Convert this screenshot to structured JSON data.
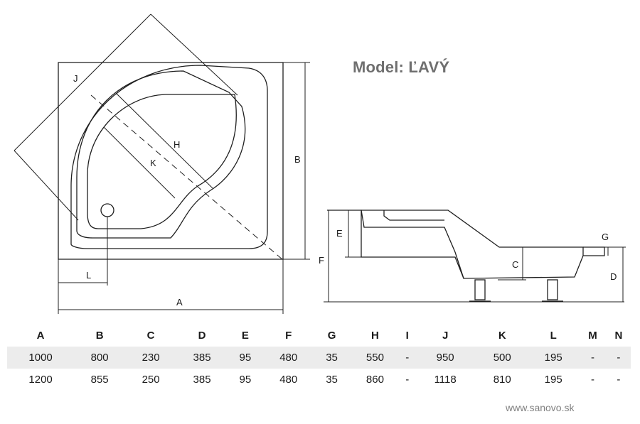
{
  "model_label": "Model:  ĽAVÝ",
  "dimension_labels": {
    "A": "A",
    "B": "B",
    "C": "C",
    "D": "D",
    "E": "E",
    "F": "F",
    "G": "G",
    "H": "H",
    "J": "J",
    "K": "K",
    "L": "L"
  },
  "table": {
    "headers": [
      "A",
      "B",
      "C",
      "D",
      "E",
      "F",
      "G",
      "H",
      "I",
      "J",
      "K",
      "L",
      "M",
      "N"
    ],
    "rows": [
      [
        "1000",
        "800",
        "230",
        "385",
        "95",
        "480",
        "35",
        "550",
        "-",
        "950",
        "500",
        "195",
        "-",
        "-"
      ],
      [
        "1200",
        "855",
        "250",
        "385",
        "95",
        "480",
        "35",
        "860",
        "-",
        "1118",
        "810",
        "195",
        "-",
        "-"
      ]
    ]
  },
  "website": "www.sanovo.sk"
}
